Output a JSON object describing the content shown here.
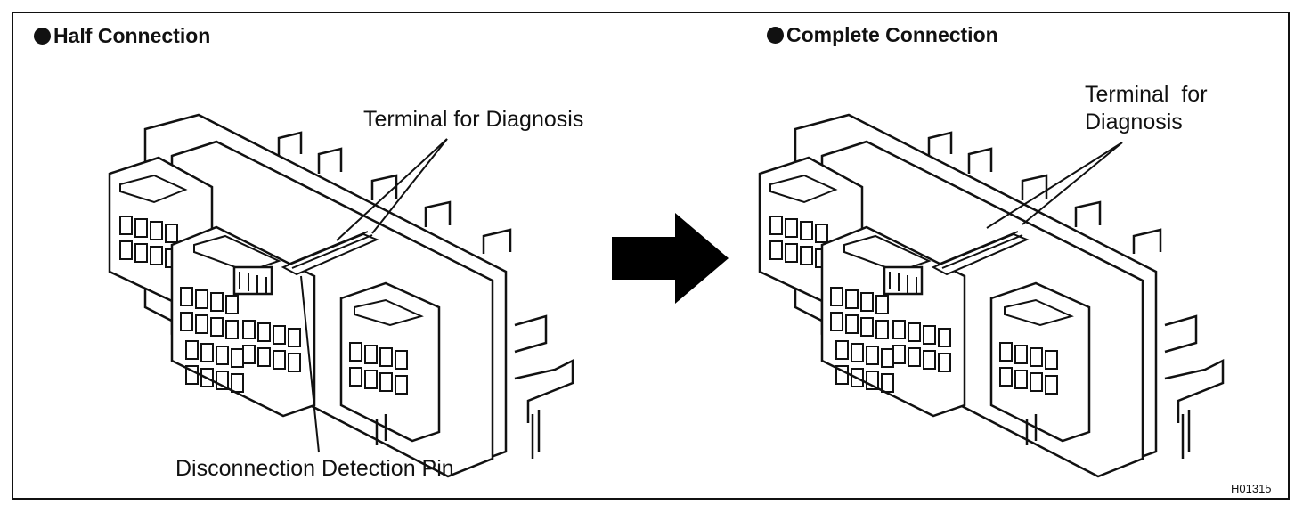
{
  "left_panel": {
    "title": "Half Connection",
    "terminal_label": "Terminal for Diagnosis",
    "pin_label": "Disconnection Detection Pin"
  },
  "right_panel": {
    "title": "Complete Connection",
    "terminal_label_line1": "Terminal  for",
    "terminal_label_line2": "Diagnosis"
  },
  "figure_id": "H01315",
  "icons": {
    "transition_arrow": "right-arrow-icon",
    "bullet": "filled-circle-icon"
  },
  "colors": {
    "ink": "#111111",
    "paper": "#ffffff"
  }
}
